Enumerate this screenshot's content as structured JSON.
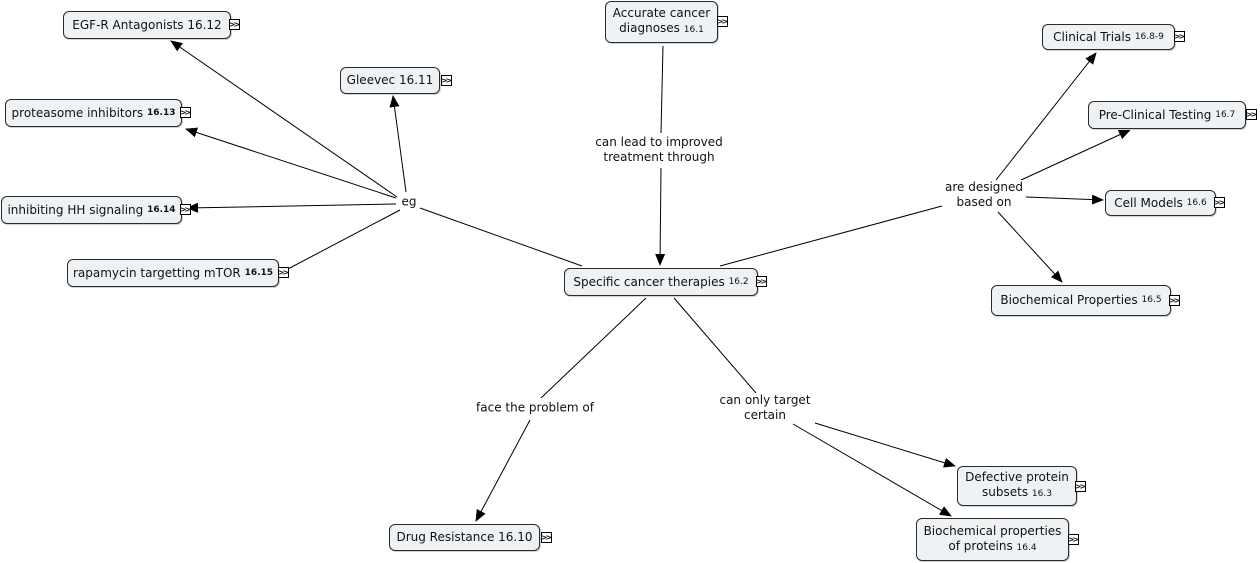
{
  "nodes": {
    "egfr": {
      "text": "EGF-R Antagonists 16.12",
      "icon": "resource-link-icon"
    },
    "gleevec": {
      "text": "Gleevec 16.11",
      "icon": "resource-link-icon"
    },
    "proteasome": {
      "text": "proteasome inhibitors",
      "num": "16.13",
      "icon": "resource-link-icon"
    },
    "hh": {
      "text": "inhibiting HH signaling",
      "num": "16.14",
      "icon": "resource-link-icon"
    },
    "rapamycin": {
      "text": "rapamycin targetting mTOR",
      "num": "16.15",
      "icon": "resource-link-icon"
    },
    "accurate": {
      "line1": "Accurate cancer",
      "line2": "diagnoses",
      "num": "16.1",
      "icon": "resource-link-icon"
    },
    "specific": {
      "text": "Specific cancer therapies",
      "num": "16.2",
      "icon": "resource-link-icon"
    },
    "clinical": {
      "text": "Clinical Trials",
      "num": "16.8-9",
      "icon": "resource-link-icon"
    },
    "preclinical": {
      "text": "Pre-Clinical Testing",
      "num": "16.7",
      "icon": "resource-link-icon"
    },
    "cellmodels": {
      "text": "Cell Models",
      "num": "16.6",
      "icon": "resource-link-icon"
    },
    "biochem_prop": {
      "text": "Biochemical Properties",
      "num": "16.5",
      "icon": "resource-link-icon"
    },
    "drugres": {
      "text": "Drug Resistance 16.10",
      "icon": "resource-link-icon"
    },
    "defective": {
      "line1": "Defective protein",
      "line2": "subsets",
      "num": "16.3",
      "icon": "resource-link-icon"
    },
    "biochem_proteins": {
      "line1": "Biochemical properties",
      "line2": "of proteins",
      "num": "16.4",
      "icon": "resource-link-icon"
    }
  },
  "links": {
    "eg": "eg",
    "improved_1": "can lead to improved",
    "improved_2": "treatment through",
    "designed_1": "are designed",
    "designed_2": "based on",
    "problem": "face the problem of",
    "target_1": "can only target",
    "target_2": "certain"
  }
}
